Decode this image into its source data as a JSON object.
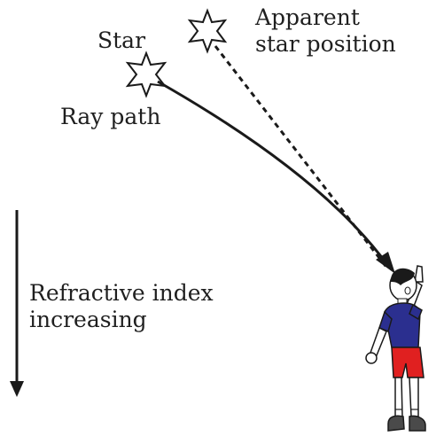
{
  "labels": {
    "star": "Star",
    "apparent_line1": "Apparent",
    "apparent_line2": "star position",
    "ray_path": "Ray path",
    "refractive_line1": "Refractive index",
    "refractive_line2": "increasing"
  },
  "icons": {
    "true_star": "six-pointed-star-outline",
    "apparent_star": "six-pointed-star-outline",
    "observer": "boy-pointing-upward"
  },
  "colors": {
    "line": "#1a1a1a",
    "shirt": "#2b2f8f",
    "shorts": "#e02020",
    "skin": "#ffffff",
    "hair": "#1a1a1a"
  }
}
